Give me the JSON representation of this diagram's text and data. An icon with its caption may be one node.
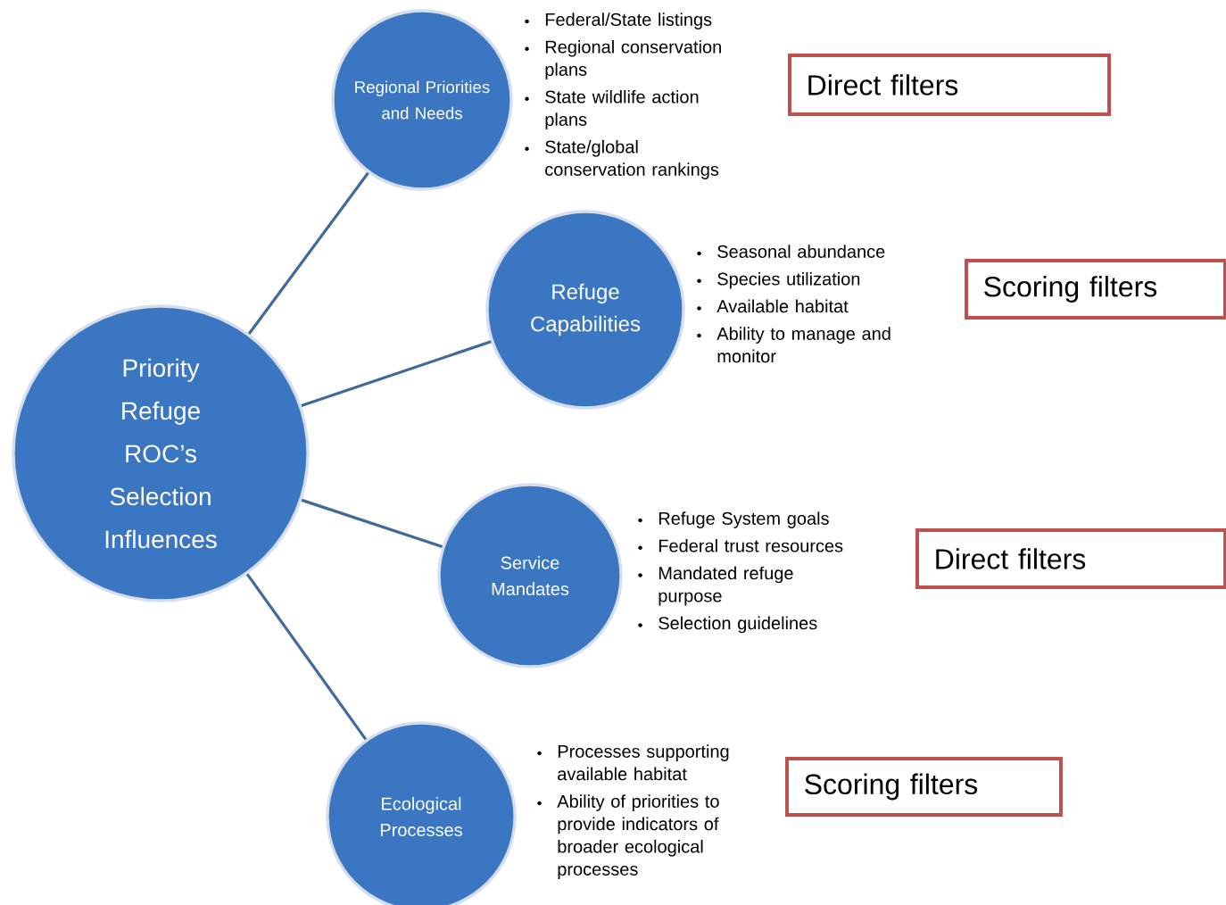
{
  "diagram": {
    "nodes": [
      {
        "text": [
          "Priority Refuge ROC’s Selection Influences"
        ]
      },
      {
        "text": [
          "Regional Priorities and Needs"
        ],
        "beside": [
          "Federal/State listings",
          "Regional conservation plans",
          "State wildlife action plans",
          "State/global conservation rankings"
        ]
      },
      {
        "text": [
          "Refuge Capabilities"
        ],
        "beside": [
          "Seasonal abundance",
          "Species utilization",
          "Available habitat",
          "Ability to manage and monitor"
        ]
      },
      {
        "text": [
          "Service Mandates"
        ],
        "beside": [
          "Refuge System goals",
          "Federal trust resources",
          "Mandated refuge purpose",
          "Selection guidelines"
        ]
      },
      {
        "text": [
          "Ecological Processes"
        ],
        "beside": [
          "Processes supporting available habitat",
          "Ability of priorities to provide indicators of broader ecological processes"
        ]
      },
      {
        "text": [
          "Direct filters"
        ]
      },
      {
        "text": [
          "Scoring filters"
        ]
      },
      {
        "text": [
          "Direct filters"
        ]
      },
      {
        "text": [
          "Scoring filters"
        ]
      }
    ],
    "edges": [
      {
        "from": 0,
        "to": 1,
        "arrow": "none"
      },
      {
        "from": 0,
        "to": 2,
        "arrow": "none"
      },
      {
        "from": 0,
        "to": 3,
        "arrow": "none"
      },
      {
        "from": 0,
        "to": 4,
        "arrow": "none"
      }
    ]
  }
}
